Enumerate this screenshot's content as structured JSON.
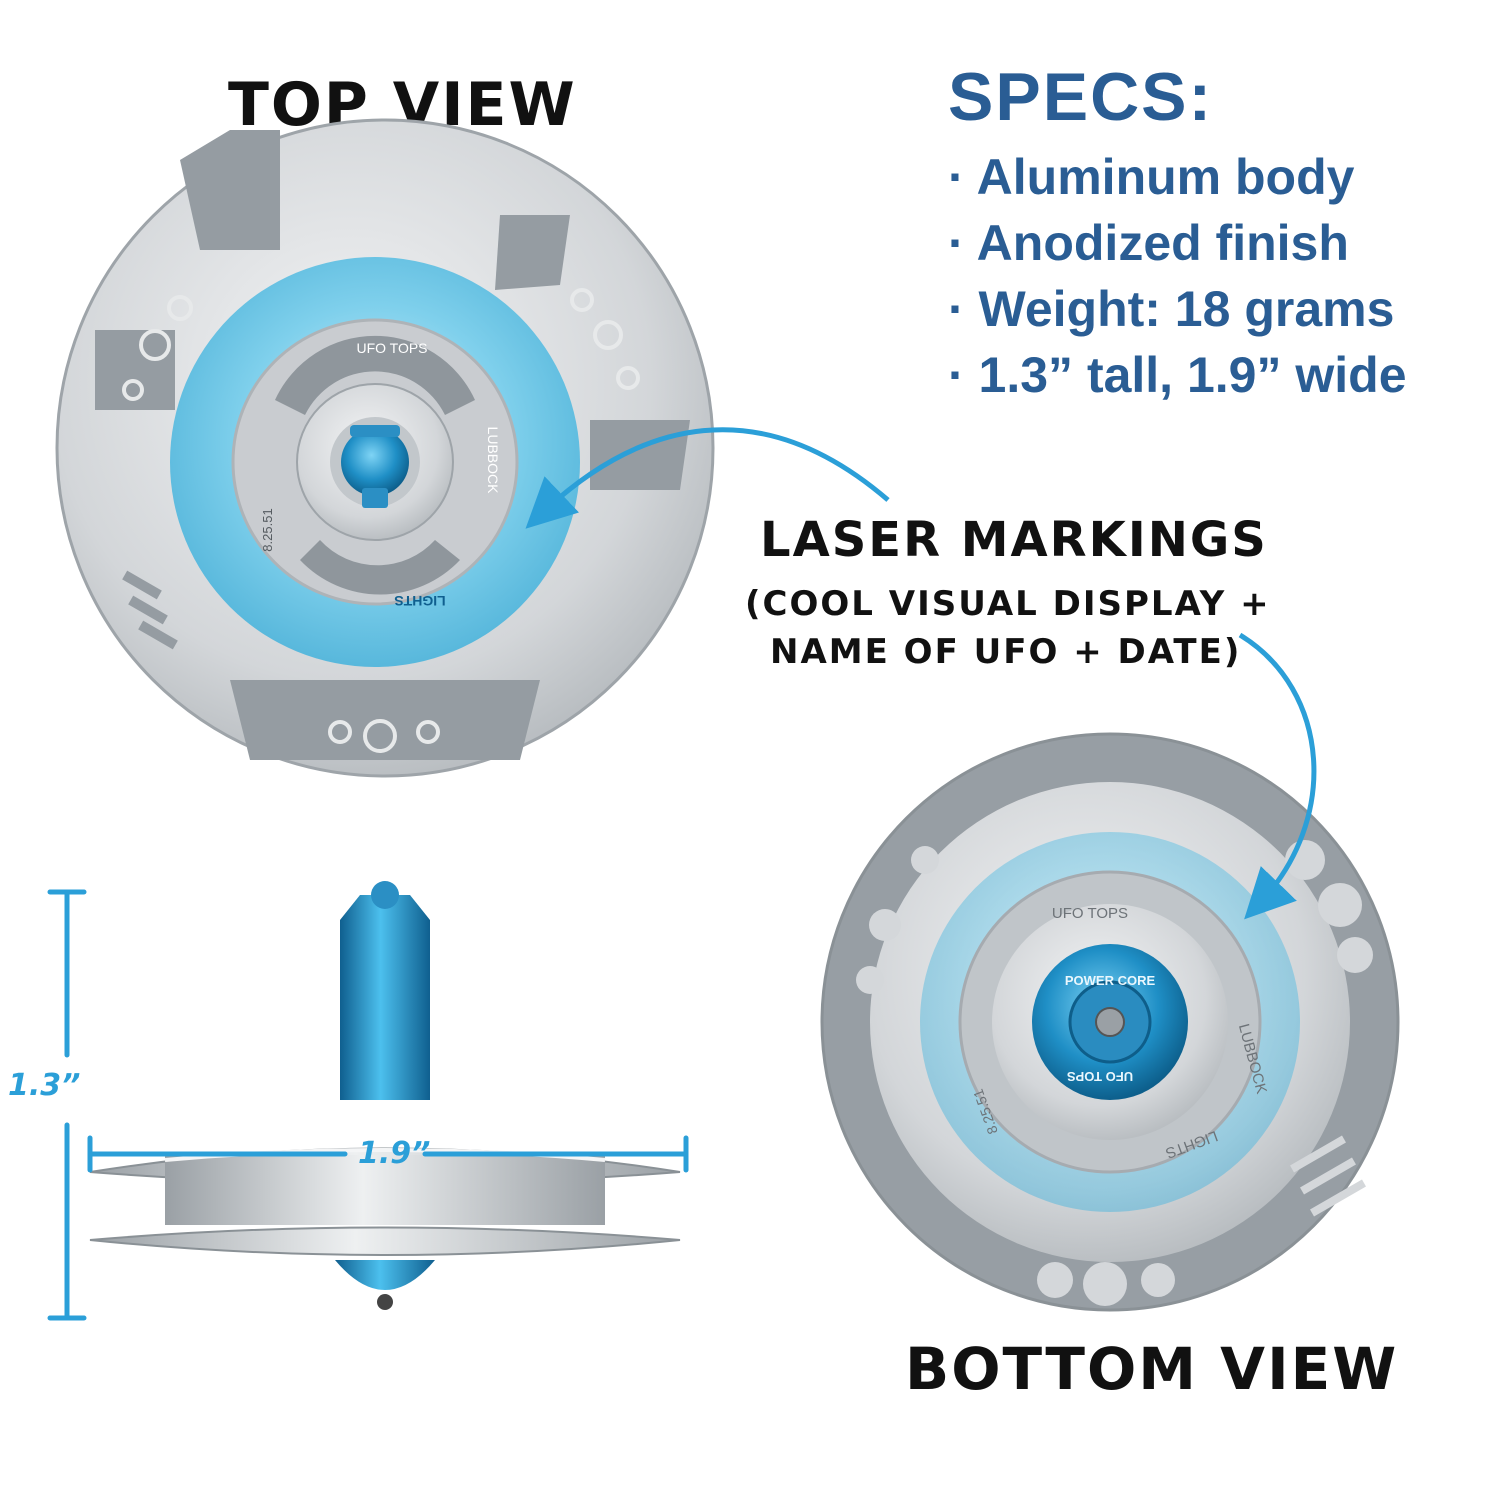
{
  "top_view": {
    "title": "TOP VIEW",
    "ring_text": "UFO TOPS",
    "name_text": "LUBBOCK",
    "lights_text": "LIGHTS",
    "date_text": "8.25.51"
  },
  "bottom_view": {
    "title": "BOTTOM VIEW",
    "ring_text": "UFO TOPS",
    "name_text": "LUBBOCK",
    "lights_text": "LIGHTS",
    "date_text": "8.25.51",
    "core_text_top": "POWER CORE",
    "core_text_bottom": "UFO TOPS"
  },
  "specs": {
    "title": "SPECS:",
    "items": [
      "· Aluminum body",
      "· Anodized finish",
      "· Weight: 18 grams",
      "· 1.3” tall, 1.9” wide"
    ]
  },
  "laser": {
    "title": "LASER MARKINGS",
    "line1": "(COOL VISUAL DISPLAY +",
    "line2": "NAME OF UFO + DATE)"
  },
  "dimensions": {
    "height": "1.3”",
    "width": "1.9”"
  },
  "colors": {
    "accent_blue": "#2b9fd8",
    "specs_blue": "#2a5d94",
    "metal_light": "#d9dcde",
    "metal_dark": "#8f969c",
    "anodized_blue": "#2b8fc4"
  }
}
